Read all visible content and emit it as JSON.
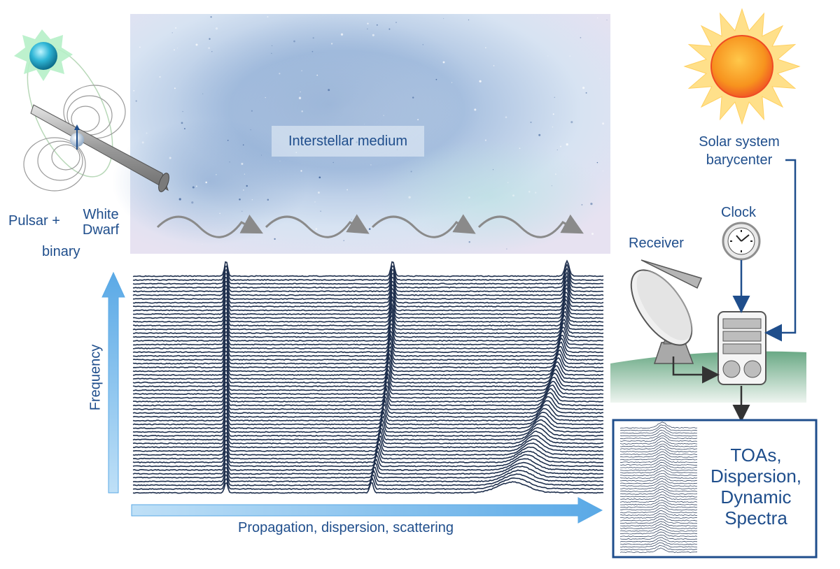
{
  "labels": {
    "pulsar_line1": "Pulsar +",
    "white_dwarf": "White\nDwarf",
    "binary": "binary",
    "ism": "Interstellar medium",
    "solar_barycenter": "Solar system\nbarycenter",
    "clock": "Clock",
    "receiver": "Receiver",
    "frequency_axis": "Frequency",
    "propagation_axis": "Propagation, dispersion, scattering",
    "output": "TOAs,\nDispersion,\nDynamic\nSpectra"
  },
  "colors": {
    "label_blue": "#1f4e8c",
    "arrow_blue": "#5aa9e6",
    "profile_navy": "#1e2f4d",
    "wave_gray": "#8a8a8a",
    "sun_orange": "#f7931e",
    "ground_green": "#7fb894",
    "box_border": "#1f4e8c"
  },
  "icons": [
    "pulsar-icon",
    "white-dwarf-icon",
    "sun-icon",
    "clock-icon",
    "radio-dish-icon",
    "backend-computer-icon"
  ]
}
